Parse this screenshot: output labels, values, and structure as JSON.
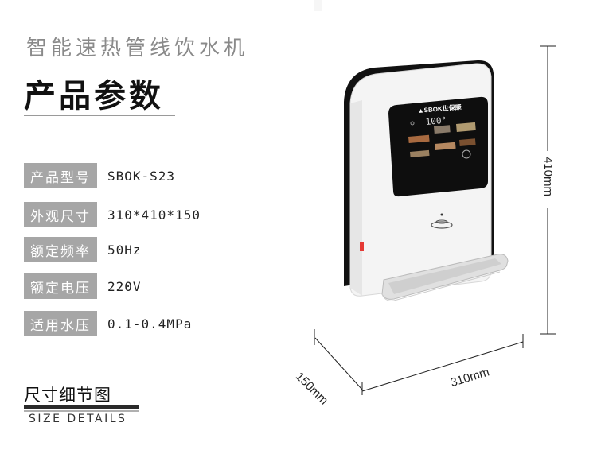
{
  "header": {
    "subtitle": "智能速热管线饮水机",
    "title": "产品参数"
  },
  "specs": [
    {
      "label": "产品型号",
      "value": "SBOK-S23"
    },
    {
      "label": "外观尺寸",
      "value": "310*410*150"
    },
    {
      "label": "额定频率",
      "value": "50Hz"
    },
    {
      "label": "额定电压",
      "value": "220V"
    },
    {
      "label": "适用水压",
      "value": "0.1-0.4MPa"
    }
  ],
  "size_section": {
    "title": "尺寸细节图",
    "subtitle_en": "SIZE DETAILS"
  },
  "product": {
    "brand_logo": "SBOK世保康",
    "display_temp": "100",
    "dimensions": {
      "height": "410mm",
      "width": "310mm",
      "depth": "150mm"
    }
  },
  "colors": {
    "label_bg": "#a6a6a6",
    "panel_bg": "#0e0e0e",
    "accent_red": "#e53935"
  }
}
